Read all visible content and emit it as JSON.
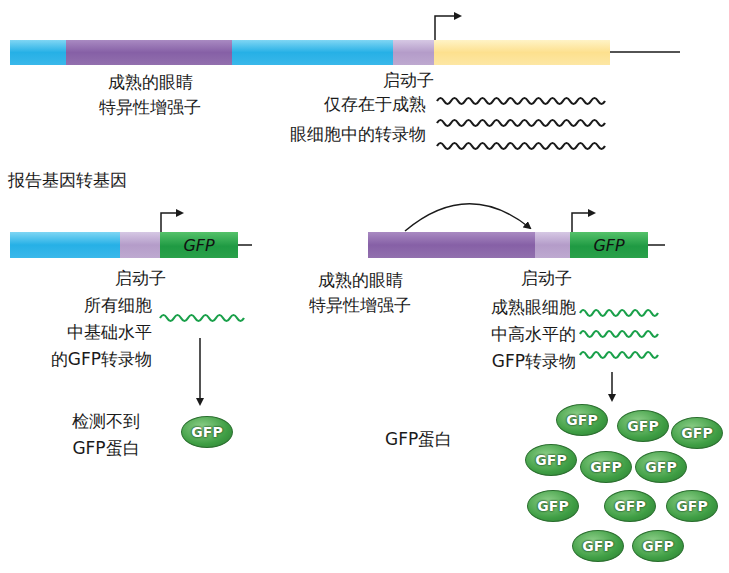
{
  "diagram": {
    "nodes": [
      {
        "text": [
          "GFP"
        ]
      },
      {
        "text": [
          "GFP"
        ]
      },
      {
        "text": [
          "GFP"
        ]
      },
      {
        "text": [
          "GFP"
        ]
      },
      {
        "text": [
          "GFP"
        ]
      },
      {
        "text": [
          "GFP"
        ]
      },
      {
        "text": [
          "GFP"
        ]
      },
      {
        "text": [
          "GFP"
        ]
      },
      {
        "text": [
          "GFP"
        ]
      },
      {
        "text": [
          "GFP"
        ]
      },
      {
        "text": [
          "GFP"
        ]
      },
      {
        "text": [
          "GFP"
        ]
      },
      {
        "text": [
          "GFP"
        ]
      },
      {
        "text": [
          "GFP"
        ]
      }
    ],
    "labels": [
      "成熟的眼睛 特异性增强子",
      "启动子",
      "仅存在于成熟 眼细胞中的转录物",
      "报告基因转基因",
      "启动子",
      "所有细胞 中基础水平 的GFP转录物",
      "检测不到 GFP蛋白",
      "成熟的眼睛 特异性增强子",
      "启动子",
      "成熟眼细胞 中高水平的 GFP转录物",
      "GFP蛋白"
    ]
  }
}
